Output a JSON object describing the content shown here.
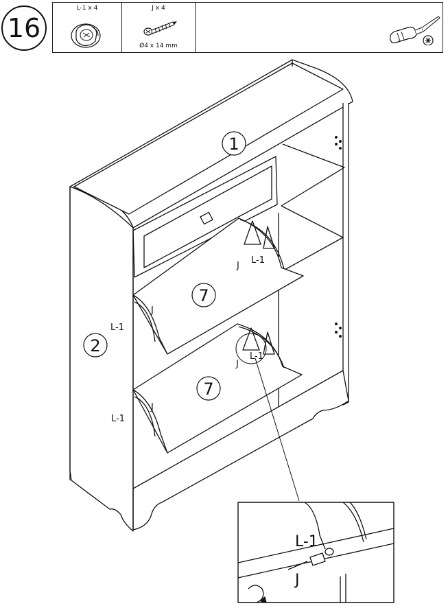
{
  "step": {
    "number": "16"
  },
  "parts": [
    {
      "label": "L-1 x 4",
      "icon": "cam-lock-icon"
    },
    {
      "label": "J x 4",
      "icon": "screw-icon",
      "dimension": "Ø4 x 14 mm"
    }
  ],
  "tool": {
    "icon": "phillips-screwdriver-icon"
  },
  "part_numbers": {
    "top": "1",
    "side": "2",
    "flap_upper": "7",
    "flap_lower": "7"
  },
  "callouts": {
    "l1": "L-1",
    "j": "J"
  }
}
